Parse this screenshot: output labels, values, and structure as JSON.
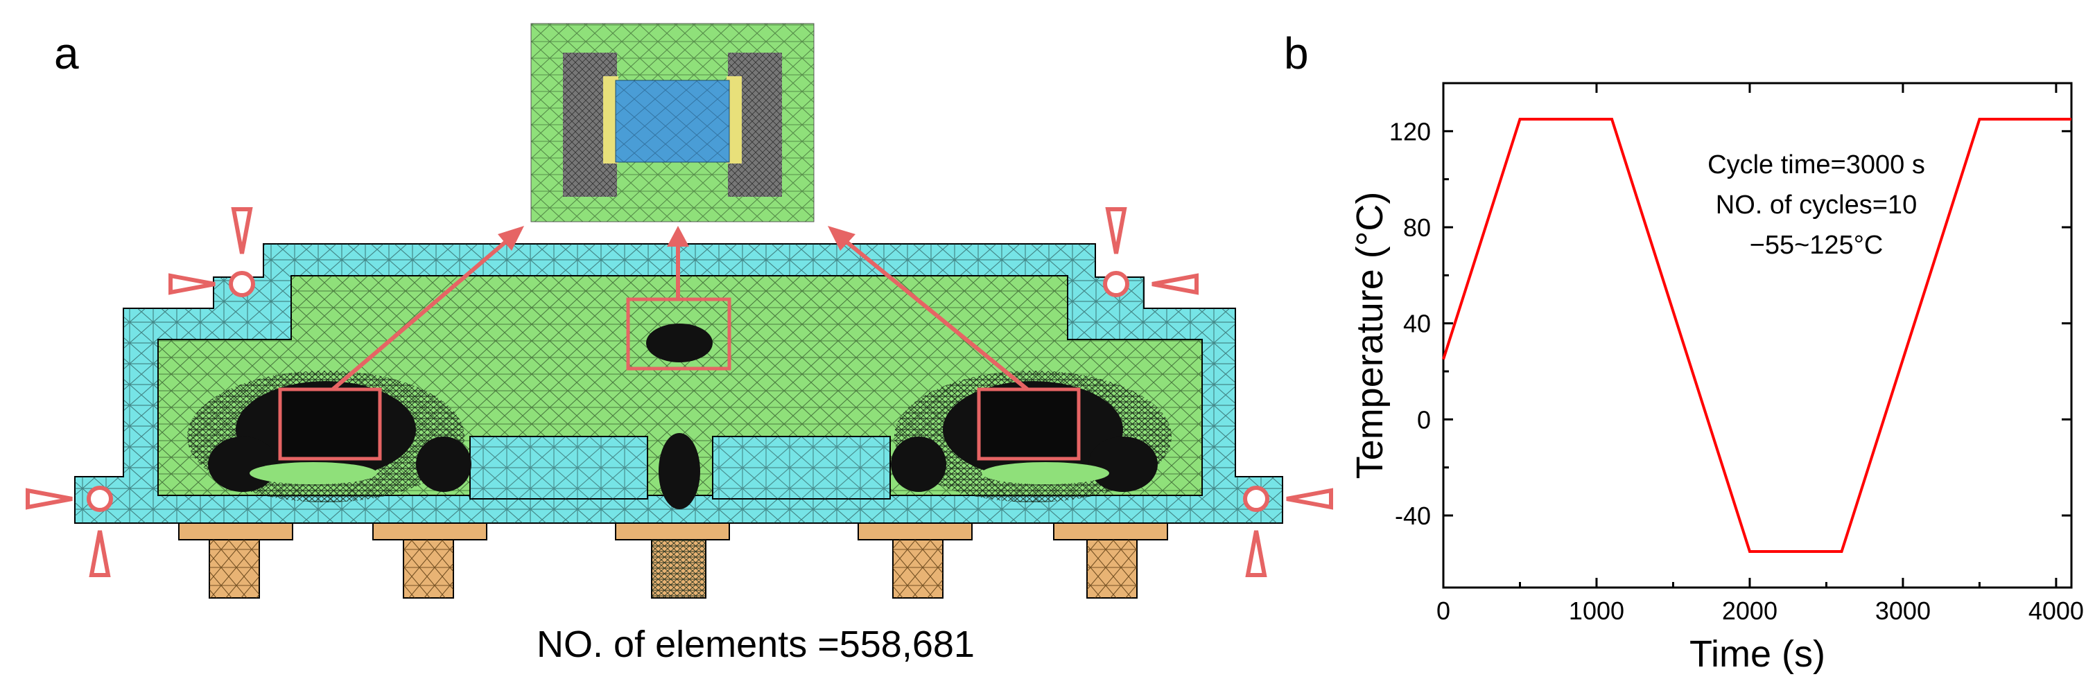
{
  "panel_a": {
    "label": "a",
    "caption": "NO. of elements =558,681",
    "colors": {
      "substrate_mesh": "#76E4E6",
      "mold_mesh": "#8FE07A",
      "dense_mesh": "#111111",
      "solder_ball": "#E8B374",
      "highlight": "#E66464",
      "chip": "#4A9DD6",
      "solder": "#E8E07A"
    }
  },
  "panel_b": {
    "label": "b",
    "chart_data": {
      "type": "line",
      "xlabel": "Time (s)",
      "ylabel": "Temperature (°C)",
      "xlim": [
        0,
        4100
      ],
      "ylim": [
        -70,
        140
      ],
      "xticks": [
        0,
        1000,
        2000,
        3000,
        4000
      ],
      "yticks": [
        -40,
        0,
        40,
        80,
        120
      ],
      "series": [
        {
          "color": "#FF0000",
          "x": [
            0,
            500,
            1100,
            2000,
            2600,
            3500,
            4100
          ],
          "y": [
            25,
            125,
            125,
            -55,
            -55,
            125,
            125
          ]
        }
      ],
      "annotations": [
        "Cycle time=3000 s",
        "NO. of cycles=10",
        "−55~125°C"
      ],
      "grid": false
    }
  }
}
